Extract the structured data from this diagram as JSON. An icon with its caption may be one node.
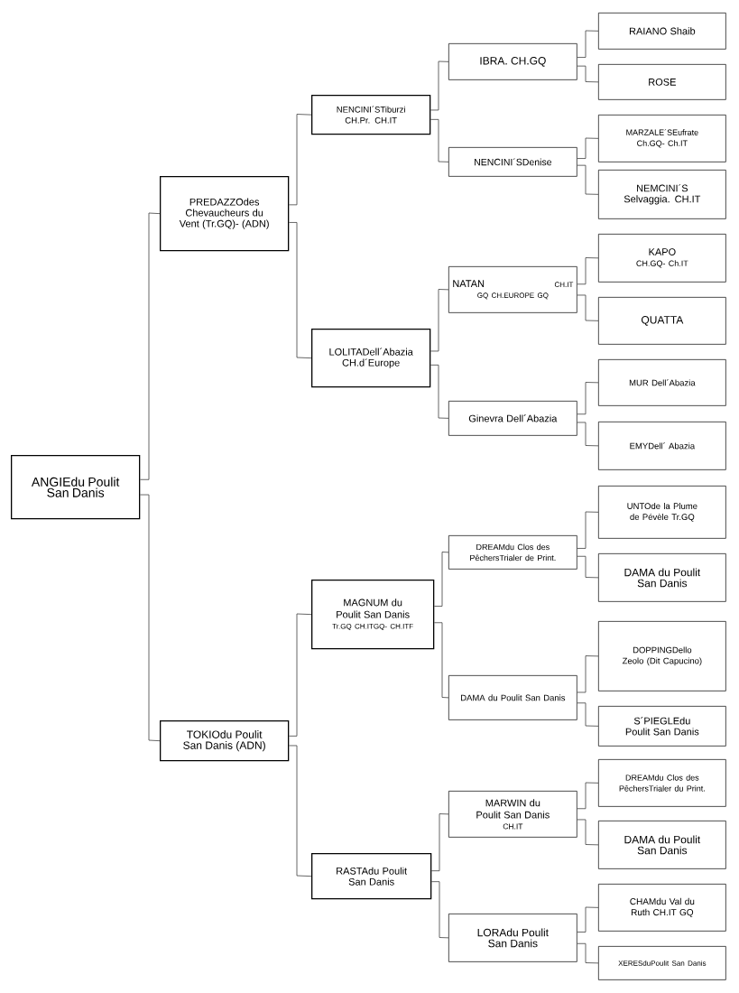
{
  "diagram": {
    "nodes": [
      {
        "text": [
          "ANGIEdu Poulit San Danis"
        ]
      },
      {
        "text": [
          "PREDAZZOdes Chevaucheurs du Vent (Tr.GQ)- (ADN)"
        ]
      },
      {
        "text": [
          "NENCINI´STiburzi CH.Pr. CH.IT"
        ]
      },
      {
        "text": [
          "IBRA. CH.GQ"
        ]
      },
      {
        "text": [
          "RAIANO Shaib"
        ]
      },
      {
        "text": [
          "ROSE"
        ]
      },
      {
        "text": [
          "NENCINI´SDenise"
        ]
      },
      {
        "text": [
          "MARZALE´SEufrate Ch.GQ- Ch.IT"
        ]
      },
      {
        "text": [
          "NEMCINI´S Selvaggia. CH.IT"
        ]
      },
      {
        "text": [
          "LOLITADell´Abazia CH.d´Europe"
        ]
      },
      {
        "text": [
          "NATAN",
          "CH.IT",
          "GQ CH.EUROPE GQ"
        ]
      },
      {
        "text": [
          "KAPO",
          "CH.GQ- Ch.IT"
        ]
      },
      {
        "text": [
          "QUATTA"
        ]
      },
      {
        "text": [
          "Ginevra Dell´Abazia"
        ]
      },
      {
        "text": [
          "MUR Dell´Abazia"
        ]
      },
      {
        "text": [
          "EMYDell´ Abazia"
        ]
      },
      {
        "text": [
          "TOKIOdu Poulit San Danis (ADN)"
        ]
      },
      {
        "text": [
          "MAGNUM du Poulit San Danis",
          "Tr.GQ CH.ITGQ- CH.ITF"
        ]
      },
      {
        "text": [
          "DREAMdu Clos des PêchersTrialer de Print."
        ]
      },
      {
        "text": [
          "UNTOde la Plume de Pévèle Tr.GQ"
        ]
      },
      {
        "text": [
          "DAMA du Poulit San Danis"
        ]
      },
      {
        "text": [
          "DAMA du Poulit San Danis"
        ]
      },
      {
        "text": [
          "DOPPINGDello Zeolo (Dit Capucino)"
        ]
      },
      {
        "text": [
          "S´PIEGLEdu Poulit San Danis"
        ]
      },
      {
        "text": [
          "RASTAdu Poulit San Danis"
        ]
      },
      {
        "text": [
          "MARWIN du Poulit San Danis",
          "CH.IT"
        ]
      },
      {
        "text": [
          "DREAMdu Clos des PêchersTrialer du Print."
        ]
      },
      {
        "text": [
          "DAMA du Poulit San Danis"
        ]
      },
      {
        "text": [
          "LORAdu Poulit San Danis"
        ]
      },
      {
        "text": [
          "CHAMdu Val du Ruth CH.IT GQ"
        ]
      },
      {
        "text": [
          "XERESduPoulit San Danis"
        ]
      }
    ],
    "edges": [
      {
        "from": 0,
        "to": 1,
        "arrow": "none"
      },
      {
        "from": 0,
        "to": 16,
        "arrow": "none"
      },
      {
        "from": 1,
        "to": 2,
        "arrow": "none"
      },
      {
        "from": 1,
        "to": 9,
        "arrow": "none"
      },
      {
        "from": 2,
        "to": 3,
        "arrow": "none"
      },
      {
        "from": 2,
        "to": 6,
        "arrow": "none"
      },
      {
        "from": 3,
        "to": 4,
        "arrow": "none"
      },
      {
        "from": 3,
        "to": 5,
        "arrow": "none"
      },
      {
        "from": 6,
        "to": 7,
        "arrow": "none"
      },
      {
        "from": 6,
        "to": 8,
        "arrow": "none"
      },
      {
        "from": 9,
        "to": 10,
        "arrow": "none"
      },
      {
        "from": 9,
        "to": 13,
        "arrow": "none"
      },
      {
        "from": 10,
        "to": 11,
        "arrow": "none"
      },
      {
        "from": 10,
        "to": 12,
        "arrow": "none"
      },
      {
        "from": 13,
        "to": 14,
        "arrow": "none"
      },
      {
        "from": 13,
        "to": 15,
        "arrow": "none"
      },
      {
        "from": 16,
        "to": 17,
        "arrow": "none"
      },
      {
        "from": 16,
        "to": 24,
        "arrow": "none"
      },
      {
        "from": 17,
        "to": 18,
        "arrow": "none"
      },
      {
        "from": 17,
        "to": 21,
        "arrow": "none"
      },
      {
        "from": 18,
        "to": 19,
        "arrow": "none"
      },
      {
        "from": 18,
        "to": 20,
        "arrow": "none"
      },
      {
        "from": 21,
        "to": 22,
        "arrow": "none"
      },
      {
        "from": 21,
        "to": 23,
        "arrow": "none"
      },
      {
        "from": 24,
        "to": 25,
        "arrow": "none"
      },
      {
        "from": 24,
        "to": 28,
        "arrow": "none"
      },
      {
        "from": 25,
        "to": 26,
        "arrow": "none"
      },
      {
        "from": 25,
        "to": 27,
        "arrow": "none"
      },
      {
        "from": 28,
        "to": 29,
        "arrow": "none"
      },
      {
        "from": 28,
        "to": 30,
        "arrow": "none"
      }
    ]
  }
}
